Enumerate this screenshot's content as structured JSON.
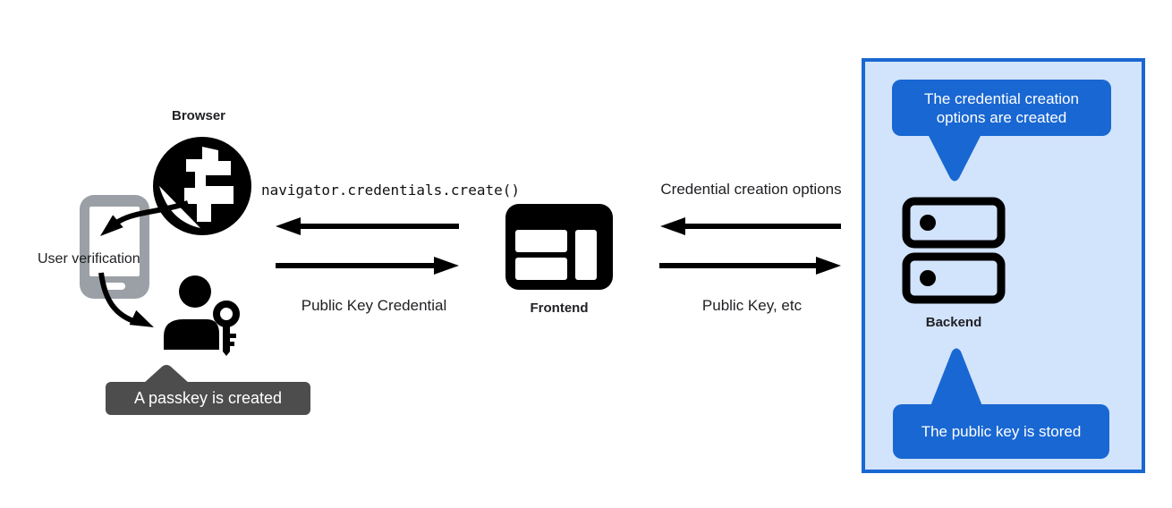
{
  "browser_group": {
    "title": "Browser",
    "user_verification_label": "User verification",
    "passkey_tooltip": "A passkey is created",
    "icons": {
      "globe": "globe-icon",
      "device": "smartphone-icon",
      "user": "person-with-key-icon"
    }
  },
  "frontend_group": {
    "title": "Frontend",
    "icon": "browser-window-icon"
  },
  "backend_group": {
    "title": "Backend",
    "icon": "server-stack-icon",
    "bubble_top": "The credential creation options are created",
    "bubble_bottom": "The public key is stored"
  },
  "messages": {
    "frontend_to_browser": "navigator.credentials.create()",
    "browser_to_frontend": "Public Key Credential",
    "backend_to_frontend": "Credential creation options",
    "frontend_to_backend": "Public Key, etc"
  },
  "colors": {
    "accent_blue": "#1967d2",
    "panel_background": "#d2e3fc",
    "tooltip_gray": "#4d4d4d",
    "phone_gray": "#9aa0a6",
    "icon_black": "#000000",
    "text": "#202124"
  }
}
